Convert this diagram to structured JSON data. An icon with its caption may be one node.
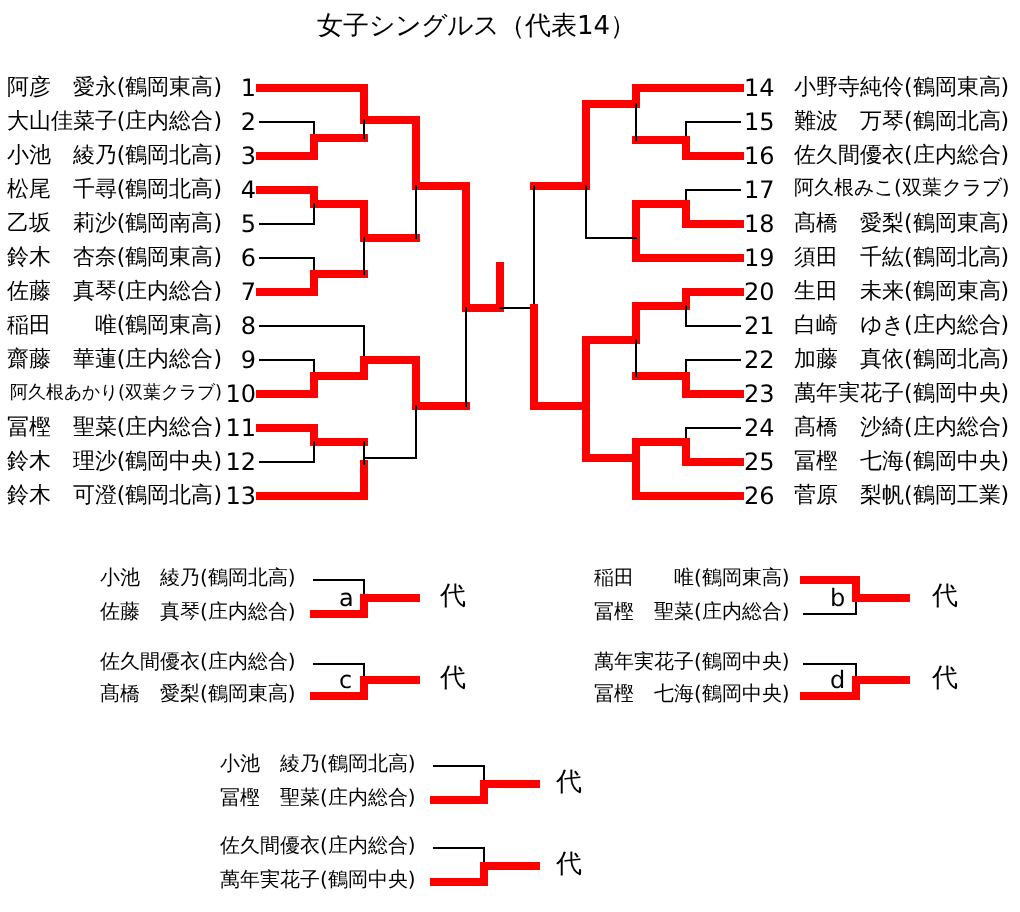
{
  "diagram": {
    "title": "女子シングルス（代表14）",
    "labels": [
      "阿彦　愛永(鶴岡東高)",
      "1",
      "14",
      "小野寺純伶(鶴岡東高)",
      "大山佳菜子(庄内総合)",
      "2",
      "15",
      "難波　万琴(鶴岡北高)",
      "小池　綾乃(鶴岡北高)",
      "3",
      "16",
      "佐久間優衣(庄内総合)",
      "松尾　千尋(鶴岡北高)",
      "4",
      "17",
      "阿久根みこ(双葉クラブ)",
      "乙坂　莉沙(鶴岡南高)",
      "5",
      "18",
      "髙橋　愛梨(鶴岡東高)",
      "鈴木　杏奈(鶴岡東高)",
      "6",
      "19",
      "須田　千紘(鶴岡北高)",
      "佐藤　真琴(庄内総合)",
      "7",
      "20",
      "生田　未来(鶴岡東高)",
      "稲田　　唯(鶴岡東高)",
      "8",
      "21",
      "白崎　ゆき(庄内総合)",
      "齋藤　華蓮(庄内総合)",
      "9",
      "22",
      "加藤　真依(鶴岡北高)",
      "阿久根あかり(双葉クラブ)",
      "10",
      "23",
      "萬年実花子(鶴岡中央)",
      "冨樫　聖菜(庄内総合)",
      "11",
      "24",
      "髙橋　沙綺(庄内総合)",
      "鈴木　理沙(鶴岡中央)",
      "12",
      "25",
      "冨樫　七海(鶴岡中央)",
      "鈴木　可澄(鶴岡北高)",
      "13",
      "26",
      "菅原　梨帆(鶴岡工業)",
      "小池　綾乃(鶴岡北高)",
      "a",
      "代",
      "佐藤　真琴(庄内総合)",
      "稲田　　唯(鶴岡東高)",
      "b",
      "代",
      "冨樫　聖菜(庄内総合)",
      "佐久間優衣(庄内総合)",
      "c",
      "代",
      "髙橋　愛梨(鶴岡東高)",
      "萬年実花子(鶴岡中央)",
      "d",
      "代",
      "冨樫　七海(鶴岡中央)",
      "小池　綾乃(鶴岡北高)",
      "代",
      "冨樫　聖菜(庄内総合)",
      "佐久間優衣(庄内総合)",
      "代",
      "萬年実花子(鶴岡中央)"
    ]
  }
}
